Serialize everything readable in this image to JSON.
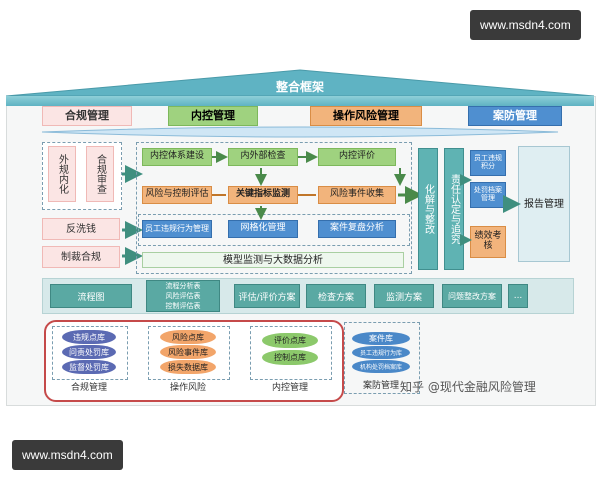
{
  "watermark_top": "www.msdn4.com",
  "watermark_bottom": "www.msdn4.com",
  "roof_title": "整合框架",
  "categories": [
    "合规管理",
    "内控管理",
    "操作风险管理",
    "案防管理"
  ],
  "left_col": {
    "box1_a": "外规内化",
    "box1_b": "合规审查",
    "box2": "反洗钱",
    "box3": "制裁合规"
  },
  "mid": {
    "row1": [
      "内控体系建设",
      "内外部检查",
      "内控评价"
    ],
    "row2": [
      "风险与控制评估",
      "关键指标监测",
      "风险事件收集"
    ],
    "row3": [
      "员工违规行为管理",
      "网格化管理",
      "案件复盘分析"
    ],
    "bar": "模型监测与大数据分析"
  },
  "right_cols": {
    "col1": "化解与整改",
    "col2": "责任认定与追究",
    "small1": "员工违规积分",
    "small2": "处罚档案管理",
    "small3": "绩效考核",
    "report": "报告管理"
  },
  "plans": [
    "流程图",
    "流程分析表\n风险评估表\n控制评估表",
    "评估/评价方案",
    "检查方案",
    "监测方案",
    "问题整改方案",
    "..."
  ],
  "dbs": {
    "compliance": {
      "items": [
        "违规点库",
        "问责处罚库",
        "监督处罚库"
      ],
      "label": "合规管理"
    },
    "oprisk": {
      "items": [
        "风险点库",
        "风险事件库",
        "损失数据库"
      ],
      "label": "操作风险"
    },
    "control": {
      "items": [
        "评价点库",
        "控制点库"
      ],
      "label": "内控管理"
    },
    "case": {
      "items": [
        "案件库",
        "员工违规行为库",
        "机构处罚档案库"
      ],
      "label": "案防管理"
    }
  },
  "source_note": "知乎 @现代金融风险管理",
  "colors": {
    "green": "#9fd27f",
    "orange": "#f2b47c",
    "blue": "#4f8fd0",
    "pink": "#fbe5e4",
    "teal": "#5fb3b3"
  }
}
